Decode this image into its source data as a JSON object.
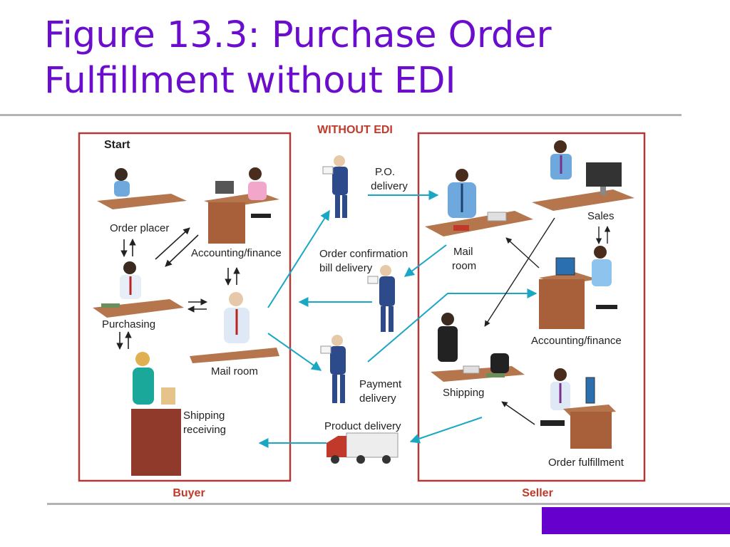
{
  "slide": {
    "title_line1": "Figure 13.3: Purchase Order",
    "title_line2": "Fulfillment without EDI"
  },
  "diagram": {
    "header": "WITHOUT EDI",
    "buyer_label": "Buyer",
    "seller_label": "Seller",
    "buyer_nodes": {
      "start": "Start",
      "order_placer": "Order placer",
      "accounting": "Accounting/finance",
      "purchasing": "Purchasing",
      "mail_room": "Mail room",
      "shipping_receiving_1": "Shipping",
      "shipping_receiving_2": "receiving"
    },
    "flows": {
      "po_1": "P.O.",
      "po_2": "delivery",
      "order_confirmation_1": "Order confirmation",
      "order_confirmation_2": "bill delivery",
      "payment_1": "Payment",
      "payment_2": "delivery",
      "product_delivery": "Product delivery"
    },
    "seller_nodes": {
      "sales": "Sales",
      "mail_room_1": "Mail",
      "mail_room_2": "room",
      "accounting": "Accounting/finance",
      "shipping": "Shipping",
      "order_fulfillment": "Order fulfillment"
    },
    "colors": {
      "frame": "#b03a3a",
      "flow_arrow": "#1aa7c4",
      "header_text": "#c0392b",
      "footer_text": "#c0392b",
      "desk": "#b5764e",
      "person_shirt": "#6fa8dc"
    }
  }
}
